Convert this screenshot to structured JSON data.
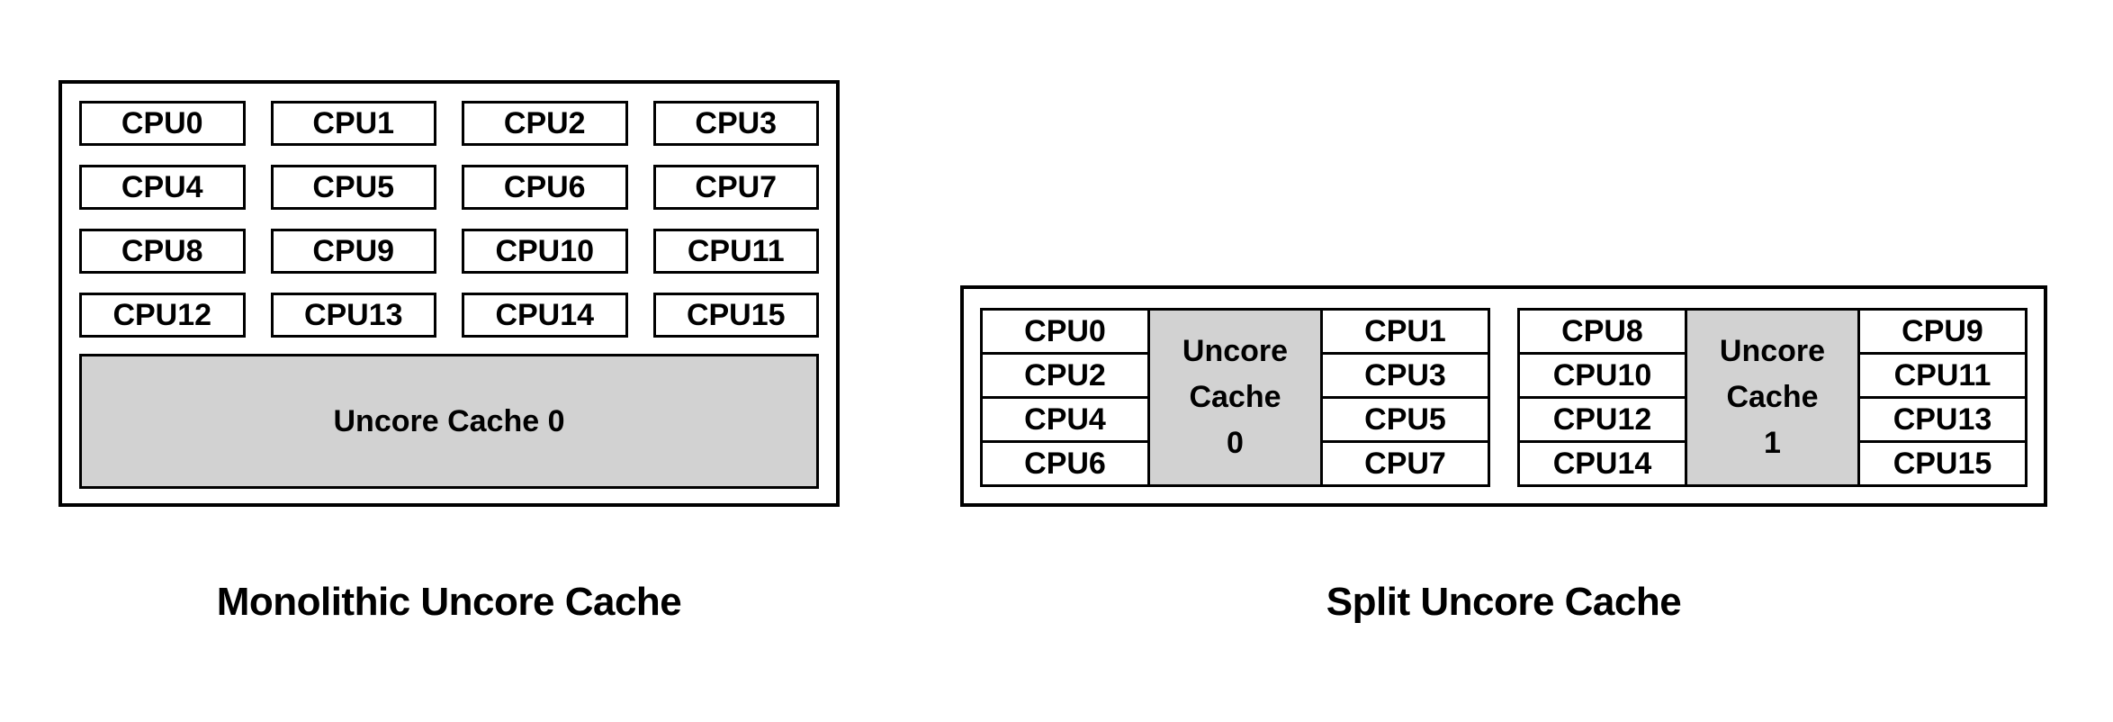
{
  "colors": {
    "background": "#ffffff",
    "border": "#000000",
    "text": "#000000",
    "cache_fill": "#d2d2d2"
  },
  "monolithic": {
    "caption": "Monolithic Uncore Cache",
    "cpus": [
      "CPU0",
      "CPU1",
      "CPU2",
      "CPU3",
      "CPU4",
      "CPU5",
      "CPU6",
      "CPU7",
      "CPU8",
      "CPU9",
      "CPU10",
      "CPU11",
      "CPU12",
      "CPU13",
      "CPU14",
      "CPU15"
    ],
    "cache_label": "Uncore Cache 0"
  },
  "split": {
    "caption": "Split Uncore Cache",
    "clusters": [
      {
        "left_cpus": [
          "CPU0",
          "CPU2",
          "CPU4",
          "CPU6"
        ],
        "cache_lines": [
          "Uncore",
          "Cache",
          "0"
        ],
        "right_cpus": [
          "CPU1",
          "CPU3",
          "CPU5",
          "CPU7"
        ]
      },
      {
        "left_cpus": [
          "CPU8",
          "CPU10",
          "CPU12",
          "CPU14"
        ],
        "cache_lines": [
          "Uncore",
          "Cache",
          "1"
        ],
        "right_cpus": [
          "CPU9",
          "CPU11",
          "CPU13",
          "CPU15"
        ]
      }
    ]
  }
}
